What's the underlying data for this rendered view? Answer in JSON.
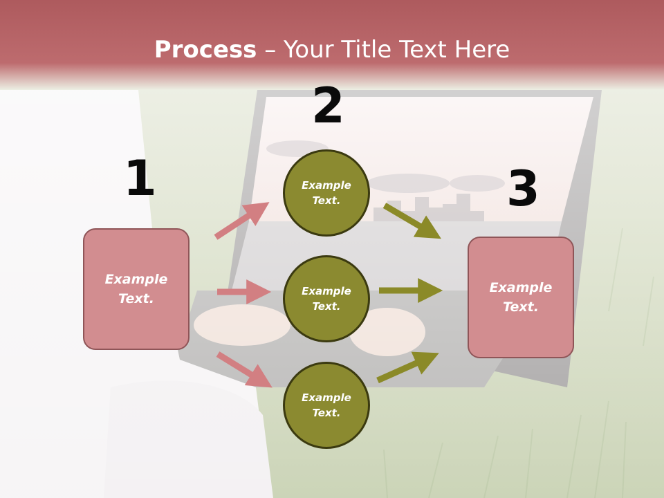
{
  "slide": {
    "title_bold": "Process",
    "title_rest": " – Your Title Text Here"
  },
  "steps": [
    {
      "number": "1",
      "label": "Example\nText."
    },
    {
      "number": "2",
      "items": [
        "Example\nText.",
        "Example\nText.",
        "Example\nText."
      ]
    },
    {
      "number": "3",
      "label": "Example\nText."
    }
  ],
  "colors": {
    "header": "#b25c60",
    "box_fill": "#d28d90",
    "circle_fill": "#8b8a30",
    "arrow_pink": "#d27f82",
    "arrow_olive": "#8b8a28"
  }
}
